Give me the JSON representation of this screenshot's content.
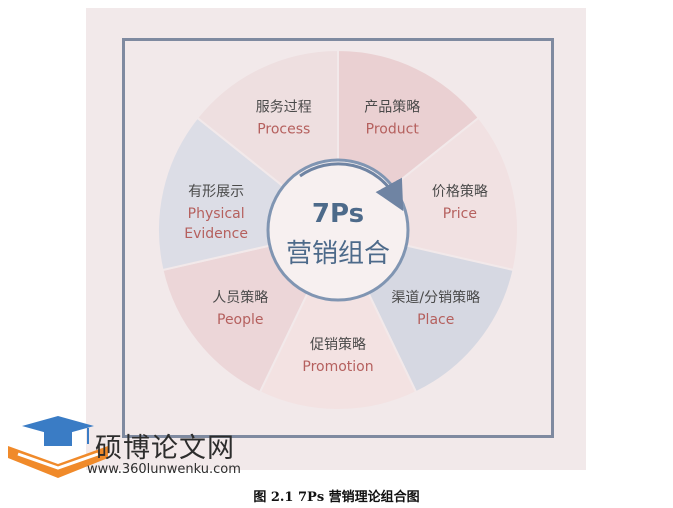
{
  "diagram": {
    "center": {
      "en": "7Ps",
      "zh": "营销组合"
    },
    "segments": [
      {
        "zh": "产品策略",
        "en": "Product",
        "color": "#ead0d2"
      },
      {
        "zh": "价格策略",
        "en": "Price",
        "color": "#f1e1e2"
      },
      {
        "zh": "渠道/分销策略",
        "en": "Place",
        "color": "#d6d8e2"
      },
      {
        "zh": "促销策略",
        "en": "Promotion",
        "color": "#f3e2e2"
      },
      {
        "zh": "人员策略",
        "en": "People",
        "color": "#ecd6d8"
      },
      {
        "zh": "有形展示",
        "en": "Physical Evidence",
        "color": "#dcdde6"
      },
      {
        "zh": "服务过程",
        "en": "Process",
        "color": "#eedfe0"
      }
    ]
  },
  "watermark": {
    "name": "硕博论文网",
    "url": "www.360lunwenku.com"
  },
  "caption": "图 2.1 7Ps 营销理论组合图"
}
